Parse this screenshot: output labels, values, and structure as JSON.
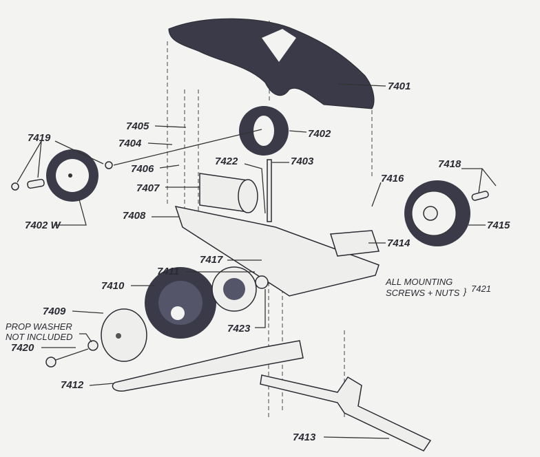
{
  "parts": {
    "p7401": "7401",
    "p7402": "7402",
    "p7405": "7405",
    "p7404": "7404",
    "p7406": "7406",
    "p7419": "7419",
    "p7402w": "7402 W",
    "p7407": "7407",
    "p7422": "7422",
    "p7403": "7403",
    "p7416": "7416",
    "p7418": "7418",
    "p7415": "7415",
    "p7408": "7408",
    "p7414": "7414",
    "p7411": "7411",
    "p7417": "7417",
    "p7410": "7410",
    "p7409": "7409",
    "p7420": "7420",
    "p7423": "7423",
    "p7412": "7412",
    "p7413": "7413",
    "p7421": "7421"
  },
  "notes": {
    "mounting_line1": "ALL MOUNTING",
    "mounting_line2": "SCREWS + NUTS",
    "prop_line1": "PROP WASHER",
    "prop_line2": "NOT INCLUDED"
  }
}
